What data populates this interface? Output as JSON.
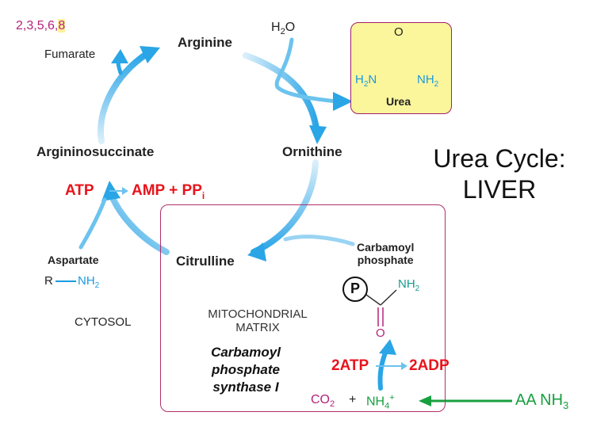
{
  "colors": {
    "arrow_blue": "#2aa5e6",
    "magenta": "#b4237a",
    "teal": "#149c8c",
    "red": "#e8141c",
    "green": "#18a040",
    "highlight_yellow": "#fdf19a"
  },
  "header": {
    "numbers_prefix": "2,3,5,6,",
    "numbers_highlight": "8"
  },
  "title": {
    "line1": "Urea Cycle:",
    "line2": "LIVER"
  },
  "metabolites": {
    "fumarate": "Fumarate",
    "arginine": "Arginine",
    "water": {
      "main": "H",
      "sub": "2",
      "tail": "O"
    },
    "urea": {
      "o": "O",
      "left": "H",
      "left_sub": "2",
      "left_n": "N",
      "right_n": "NH",
      "right_sub": "2",
      "name": "Urea"
    },
    "ornithine": "Ornithine",
    "argininosuccinate": "Argininosuccinate",
    "aspartate": "Aspartate",
    "aspartate_r": "R",
    "aspartate_nh": "NH",
    "aspartate_sub": "2",
    "citrulline": "Citrulline",
    "carbamoyl_phosphate": {
      "line1": "Carbamoyl",
      "line2": "phosphate",
      "p": "P",
      "nh": "NH",
      "nh_sub": "2",
      "o": "O"
    }
  },
  "energy": {
    "atp": "ATP",
    "amp": "AMP + PP",
    "amp_sub": "i",
    "atp2": "2ATP",
    "adp2": "2ADP"
  },
  "compartments": {
    "cytosol": "CYTOSOL",
    "mito_line1": "MITOCHONDRIAL",
    "mito_line2": "MATRIX"
  },
  "enzyme": {
    "line1": "Carbamoyl",
    "line2": "phosphate",
    "line3": "synthase I"
  },
  "substrates": {
    "co2_main": "CO",
    "co2_sub": "2",
    "plus": "+",
    "nh4_main": "NH",
    "nh4_sub": "4",
    "nh4_sup": "+",
    "aa_nh3_main": "AA NH",
    "aa_nh3_sub": "3"
  }
}
